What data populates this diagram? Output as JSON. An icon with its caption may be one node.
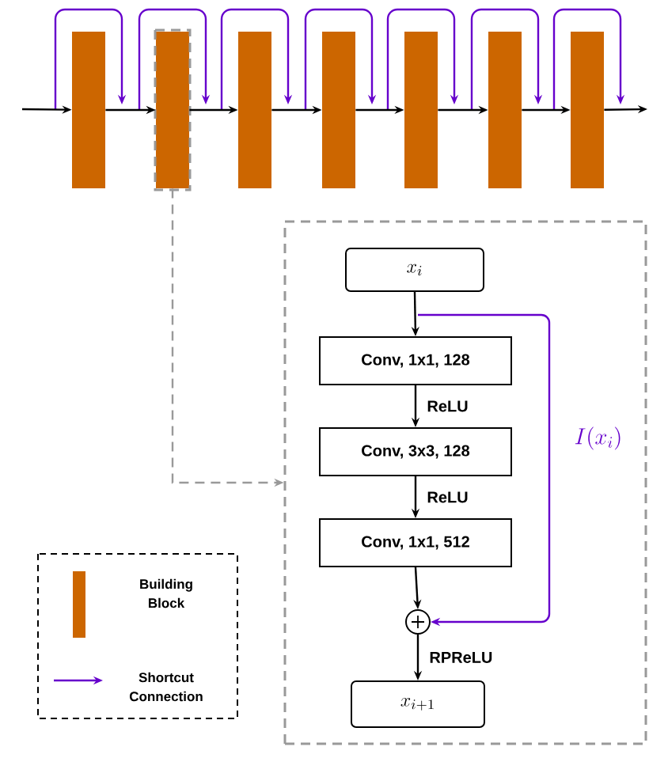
{
  "diagram": {
    "nodes": [
      {
        "text": [],
        "shape": "bar"
      },
      {
        "text": [],
        "shape": "bar"
      },
      {
        "text": [],
        "shape": "bar"
      },
      {
        "text": [],
        "shape": "bar"
      },
      {
        "text": [],
        "shape": "bar"
      },
      {
        "text": [],
        "shape": "bar"
      },
      {
        "text": [],
        "shape": "bar"
      },
      {
        "text": [],
        "shape": "box"
      },
      {
        "text": [
          "x_i"
        ],
        "in": 7
      },
      {
        "text": [
          "Conv, 1x1, 128"
        ],
        "in": 7
      },
      {
        "text": [
          "Conv, 3x3, 128"
        ],
        "in": 7
      },
      {
        "text": [
          "Conv, 1x1, 512"
        ],
        "in": 7
      },
      {
        "text": [],
        "shape": "circle",
        "in": 7
      },
      {
        "text": [
          "x_{i+1}"
        ],
        "in": 7
      }
    ],
    "edges": [
      {
        "from": null,
        "to": 0,
        "arrow": "to"
      },
      {
        "from": 0,
        "to": 1,
        "arrow": "to"
      },
      {
        "from": 1,
        "to": 2,
        "arrow": "to"
      },
      {
        "from": 2,
        "to": 3,
        "arrow": "to"
      },
      {
        "from": 3,
        "to": 4,
        "arrow": "to"
      },
      {
        "from": 4,
        "to": 5,
        "arrow": "to"
      },
      {
        "from": 5,
        "to": 6,
        "arrow": "to"
      },
      {
        "from": 6,
        "to": null,
        "arrow": "to"
      },
      {
        "from": 1,
        "to": 7,
        "arrow": "to",
        "style": "dashed",
        "color": "#999999"
      },
      {
        "from": 8,
        "to": 9,
        "arrow": "to"
      },
      {
        "from": 9,
        "to": 10,
        "arrow": "to",
        "label": "ReLU"
      },
      {
        "from": 10,
        "to": 11,
        "arrow": "to",
        "label": "ReLU"
      },
      {
        "from": 11,
        "to": 12,
        "arrow": "to"
      },
      {
        "from": 12,
        "to": 13,
        "arrow": "to",
        "label": "RPReLU"
      },
      {
        "from": 8,
        "to": 12,
        "arrow": "to",
        "color": "#6600cc",
        "label": "I(x_i)"
      }
    ],
    "legend": [
      {
        "text": "Building Block",
        "color": "#cc6600"
      },
      {
        "text": "Shortcut Connection"
      }
    ]
  }
}
